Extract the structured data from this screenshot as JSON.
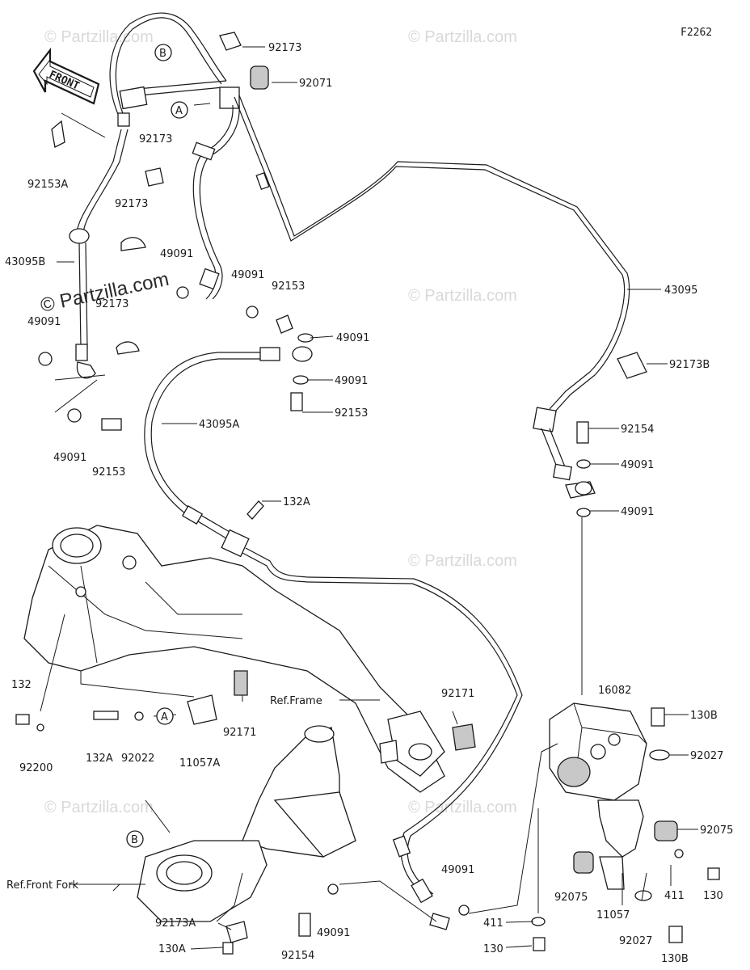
{
  "figure_code": "F2262",
  "front_arrow": "FRONT",
  "watermark": "© Partzilla.com",
  "watermark_brand": "© Partzilla.com",
  "callouts": {
    "A": "A",
    "B": "B"
  },
  "labels": {
    "p92173_top": "92173",
    "p92071": "92071",
    "p92173_a": "92173",
    "p92153A": "92153A",
    "p92173_b": "92173",
    "p43095B": "43095B",
    "p49091_a": "49091",
    "p92173_c": "92173",
    "p49091_b": "49091",
    "p49091_c": "49091",
    "p92153_a": "92153",
    "p49091_d": "49091",
    "p49091_e": "49091",
    "p92153_b": "92153",
    "p49091_f": "49091",
    "p92153_c": "92153",
    "p43095": "43095",
    "p92173B": "92173B",
    "p43095A": "43095A",
    "p92154_a": "92154",
    "p49091_g": "49091",
    "p49091_h": "49091",
    "p132A_a": "132A",
    "p132": "132",
    "p92200": "92200",
    "p132A_b": "132A",
    "p92022": "92022",
    "p11057A": "11057A",
    "p92171_a": "92171",
    "ref_frame": "Ref.Frame",
    "p92171_b": "92171",
    "p16082": "16082",
    "p130B_a": "130B",
    "p92027_a": "92027",
    "p92075_a": "92075",
    "ref_front_fork": "Ref.Front Fork",
    "p49091_i": "49091",
    "p92075_b": "92075",
    "p411_a": "411",
    "p130_a": "130",
    "p11057": "11057",
    "p92173A": "92173A",
    "p92154_b": "92154",
    "p49091_j": "49091",
    "p411_b": "411",
    "p92027_b": "92027",
    "p130A": "130A",
    "p130_b": "130",
    "p130B_b": "130B"
  }
}
